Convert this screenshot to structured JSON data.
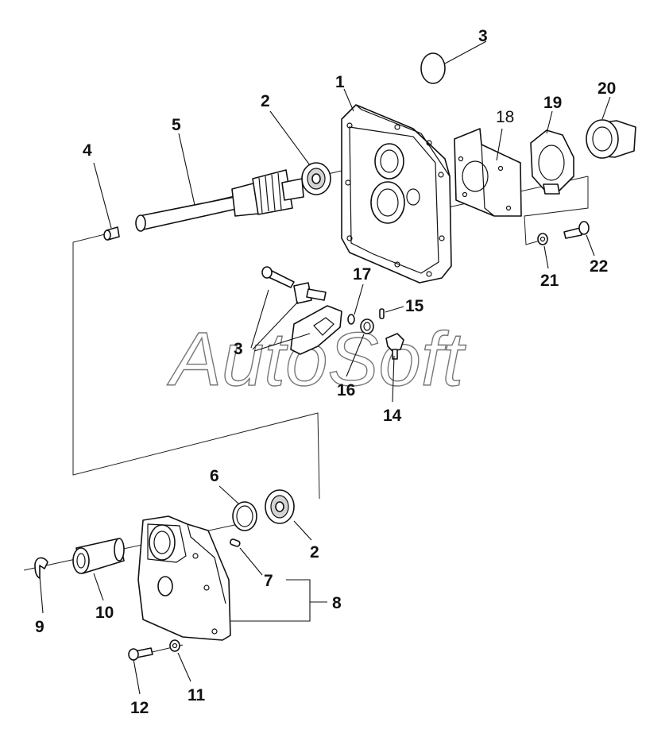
{
  "watermark": "AutoSoft",
  "callouts": {
    "c1": "1",
    "c2a": "2",
    "c2b": "2",
    "c3a": "3",
    "c3b": "3",
    "c4": "4",
    "c5": "5",
    "c6": "6",
    "c7": "7",
    "c8": "8",
    "c9": "9",
    "c10": "10",
    "c11": "11",
    "c12": "12",
    "c14": "14",
    "c15": "15",
    "c16": "16",
    "c17": "17",
    "c18": "18",
    "c19": "19",
    "c20": "20",
    "c21": "21",
    "c22": "22"
  }
}
